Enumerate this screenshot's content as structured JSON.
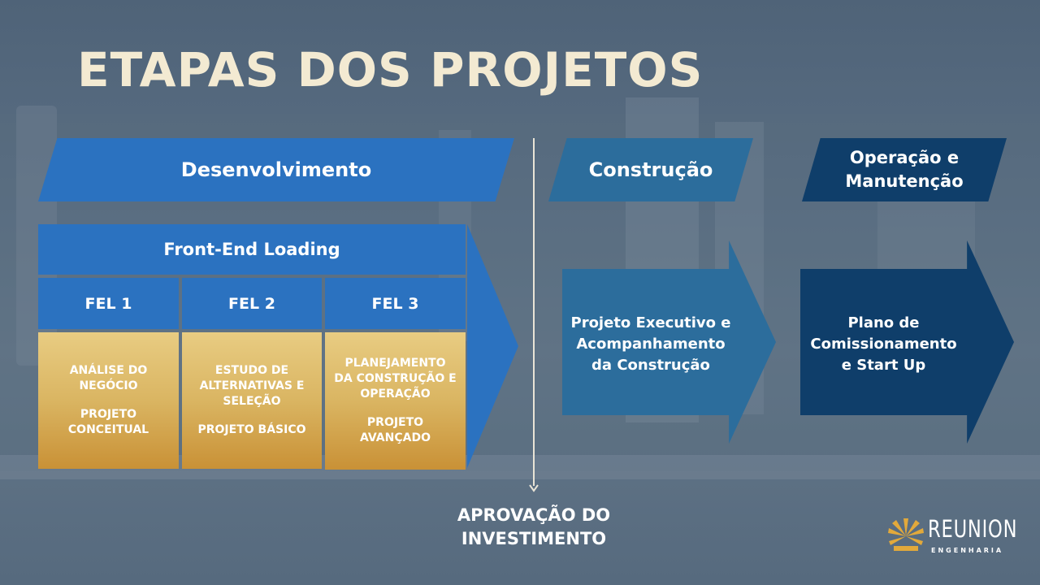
{
  "title": "ETAPAS DOS PROJETOS",
  "phases": {
    "development": "Desenvolvimento",
    "construction": "Construção",
    "operation": "Operação e\nManutenção"
  },
  "fel": {
    "header": "Front-End Loading",
    "columns": [
      {
        "label": "FEL 1",
        "lines": [
          "ANÁLISE DO\nNEGÓCIO",
          "PROJETO\nCONCEITUAL"
        ]
      },
      {
        "label": "FEL 2",
        "lines": [
          "ESTUDO DE\nALTERNATIVAS E\nSELEÇÃO",
          "PROJETO BÁSICO"
        ]
      },
      {
        "label": "FEL 3",
        "lines": [
          "PLANEJAMENTO\nDA CONSTRUÇÃO E\nOPERAÇÃO",
          "PROJETO\nAVANÇADO"
        ]
      }
    ]
  },
  "construction_arrow": "Projeto Executivo e\nAcompanhamento\nda Construção",
  "operation_arrow": "Plano de\nComissionamento\ne Start Up",
  "approval": "APROVAÇÃO DO\nINVESTIMENTO",
  "logo": {
    "name": "REUNION",
    "subtitle": "ENGENHARIA"
  },
  "colors": {
    "background": "#56697d",
    "title": "#f3ead2",
    "development_blue": "#2b72c0",
    "construction_blue": "#2c6d9c",
    "operation_navy": "#0f3e6a",
    "fel_gold": "#dab562",
    "logo_gold": "#e2a93b"
  }
}
